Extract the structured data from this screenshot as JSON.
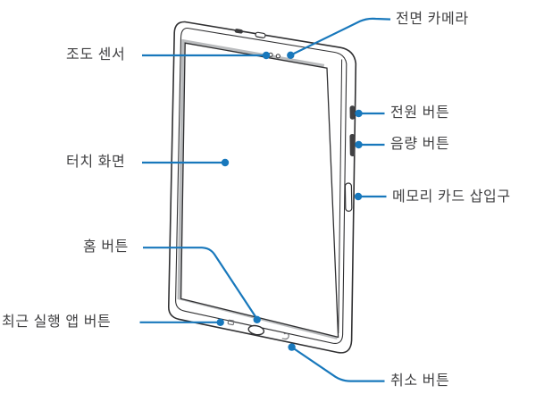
{
  "figure": {
    "type": "device-diagram",
    "device": "tablet-front-view",
    "colors": {
      "callout_line": "#1878bc",
      "device_outline": "#303032",
      "screen_shadow": "#babcbe",
      "label_text": "#414143",
      "side_button_fill": "#414143"
    },
    "callouts": [
      {
        "id": "front-camera",
        "label": "전면 카메라"
      },
      {
        "id": "illuminance-sensor",
        "label": "조도 센서"
      },
      {
        "id": "power-button",
        "label": "전원 버튼"
      },
      {
        "id": "volume-button",
        "label": "음량 버튼"
      },
      {
        "id": "touch-screen",
        "label": "터치 화면"
      },
      {
        "id": "memory-card-slot",
        "label": "메모리 카드 삽입구"
      },
      {
        "id": "home-button",
        "label": "홈 버튼"
      },
      {
        "id": "recent-apps-button",
        "label": "최근 실행 앱 버튼"
      },
      {
        "id": "back-button",
        "label": "취소 버튼"
      }
    ]
  }
}
